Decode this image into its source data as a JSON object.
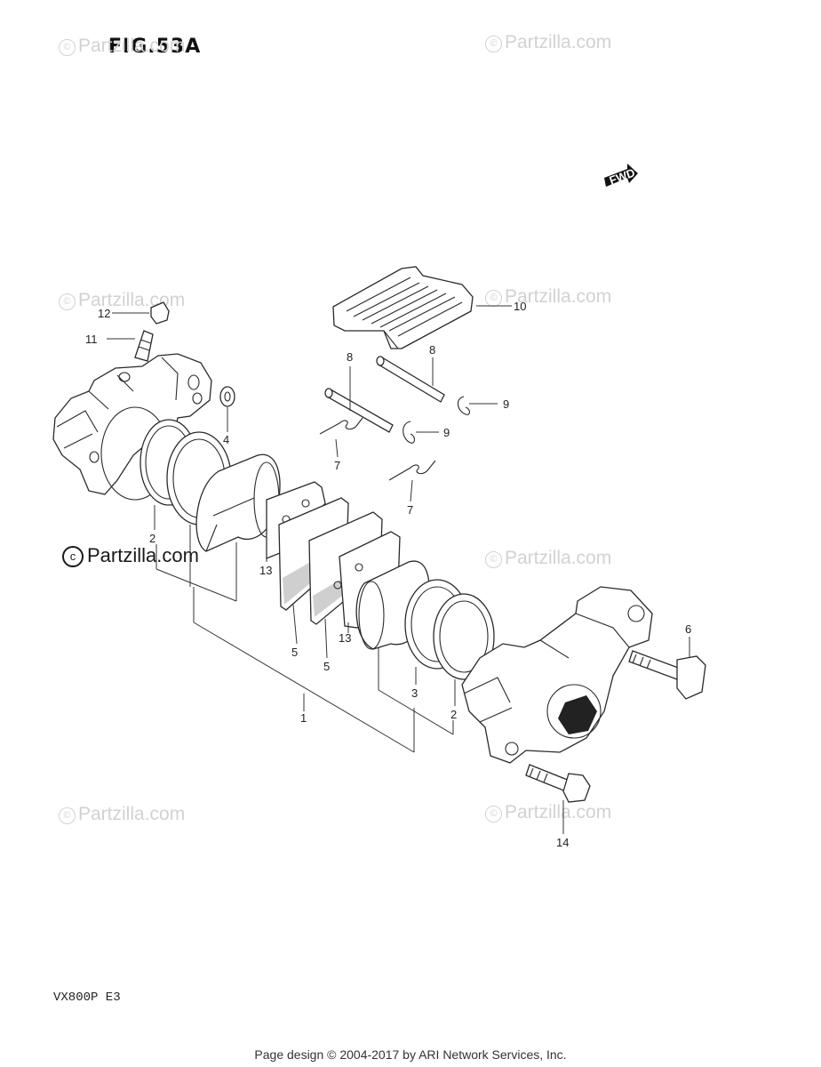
{
  "figure": {
    "title": "FIG.53A",
    "model": "VX800P  E3",
    "fwd_label": "FWD"
  },
  "watermark": {
    "text": "Partzilla.com",
    "symbol": "©",
    "dark_text": "Partzilla.com"
  },
  "footer": {
    "text": "Page design © 2004-2017 by ARI Network Services, Inc."
  },
  "callouts": {
    "c1": "1",
    "c2a": "2",
    "c2b": "2",
    "c3": "3",
    "c4": "4",
    "c5a": "5",
    "c5b": "5",
    "c6": "6",
    "c7a": "7",
    "c7b": "7",
    "c8a": "8",
    "c8b": "8",
    "c9a": "9",
    "c9b": "9",
    "c10": "10",
    "c11": "11",
    "c12": "12",
    "c13a": "13",
    "c13b": "13",
    "c14": "14"
  }
}
